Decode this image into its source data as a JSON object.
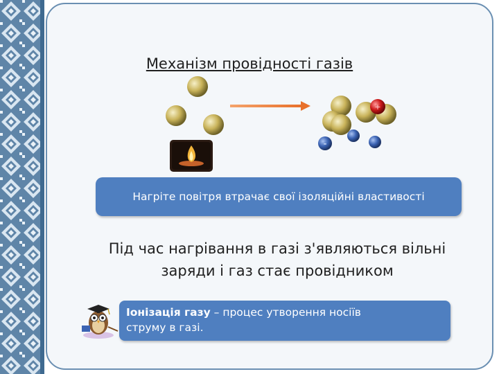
{
  "title": "Механізм провідності газів",
  "diagram": {
    "positive_sign": "+",
    "negative_sign": "-",
    "icons": [
      "neutral-atom-icon",
      "heat-arrow-icon",
      "candle-flame-icon",
      "positive-ion-icon",
      "electron-icon"
    ],
    "colors": {
      "atom": "#c9b35a",
      "ion": "#cc1a1a",
      "electron": "#3b63b3",
      "arrow": "#e8702a"
    }
  },
  "banner_text": "Нагріте повітря втрачає свої ізоляційні властивості",
  "main_text": {
    "line1": "Під час нагрівання в газі з'являються вільні",
    "line2": "заряди і газ стає провідником"
  },
  "definition": {
    "term": "Іонізація газу",
    "rest": " – процес утворення носіїв",
    "line2": "струму в газі."
  },
  "decor": {
    "teacher_icon": "owl-teacher-icon",
    "border": "embroidery-pattern"
  }
}
